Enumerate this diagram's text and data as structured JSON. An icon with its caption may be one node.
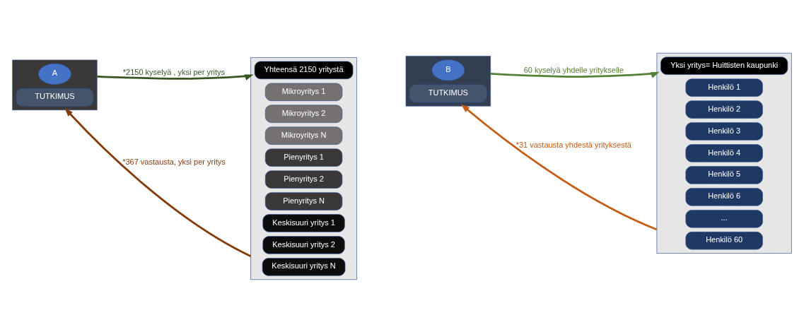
{
  "diagram": {
    "nodes": [
      {
        "text": [],
        "shape": "box"
      },
      {
        "text": [
          "A"
        ],
        "in": 0
      },
      {
        "text": [
          "TUTKIMUS"
        ],
        "in": 0
      },
      {
        "text": [],
        "shape": "box"
      },
      {
        "text": [
          "Yhteensä 2150 yritystä"
        ],
        "in": 3
      },
      {
        "text": [
          "Mikroyritys 1"
        ],
        "in": 3
      },
      {
        "text": [
          "Mikroyritys 2"
        ],
        "in": 3
      },
      {
        "text": [
          "Mikroyritys N"
        ],
        "in": 3
      },
      {
        "text": [
          "Pienyritys 1"
        ],
        "in": 3
      },
      {
        "text": [
          "Pienyritys 2"
        ],
        "in": 3
      },
      {
        "text": [
          "Pienyritys N"
        ],
        "in": 3
      },
      {
        "text": [
          "Keskisuuri yritys 1"
        ],
        "in": 3
      },
      {
        "text": [
          "Keskisuuri yritys 2"
        ],
        "in": 3
      },
      {
        "text": [
          "Keskisuuri yritys N"
        ],
        "in": 3
      },
      {
        "text": [],
        "shape": "box"
      },
      {
        "text": [
          "B"
        ],
        "in": 14
      },
      {
        "text": [
          "TUTKIMUS"
        ],
        "in": 14
      },
      {
        "text": [],
        "shape": "box"
      },
      {
        "text": [
          "Yksi yritys= Huittisten kaupunki"
        ],
        "in": 17
      },
      {
        "text": [
          "Henkilö 1"
        ],
        "in": 17
      },
      {
        "text": [
          "Henkilö 2"
        ],
        "in": 17
      },
      {
        "text": [
          "Henkilö 3"
        ],
        "in": 17
      },
      {
        "text": [
          "Henkilö 4"
        ],
        "in": 17
      },
      {
        "text": [
          "Henkilö 5"
        ],
        "in": 17
      },
      {
        "text": [
          "Henkilö 6"
        ],
        "in": 17
      },
      {
        "text": [
          "..."
        ],
        "in": 17
      },
      {
        "text": [
          "Henkilö 60"
        ],
        "in": 17
      }
    ],
    "edges": [
      {
        "from": 0,
        "to": 3,
        "arrow": "to",
        "label": "*2150 kyselyä , yksi per yritys",
        "color": "#375623"
      },
      {
        "from": 3,
        "to": 0,
        "arrow": "to",
        "label": "*367 vastausta, yksi per yritys",
        "color": "#843c0c"
      },
      {
        "from": 14,
        "to": 17,
        "arrow": "to",
        "label": "60 kyselyä yhdelle yritykselle",
        "color": "#548235"
      },
      {
        "from": 17,
        "to": 14,
        "arrow": "to",
        "label": "*31 vastausta yhdestä yrityksestä",
        "color": "#c55a11"
      }
    ]
  }
}
